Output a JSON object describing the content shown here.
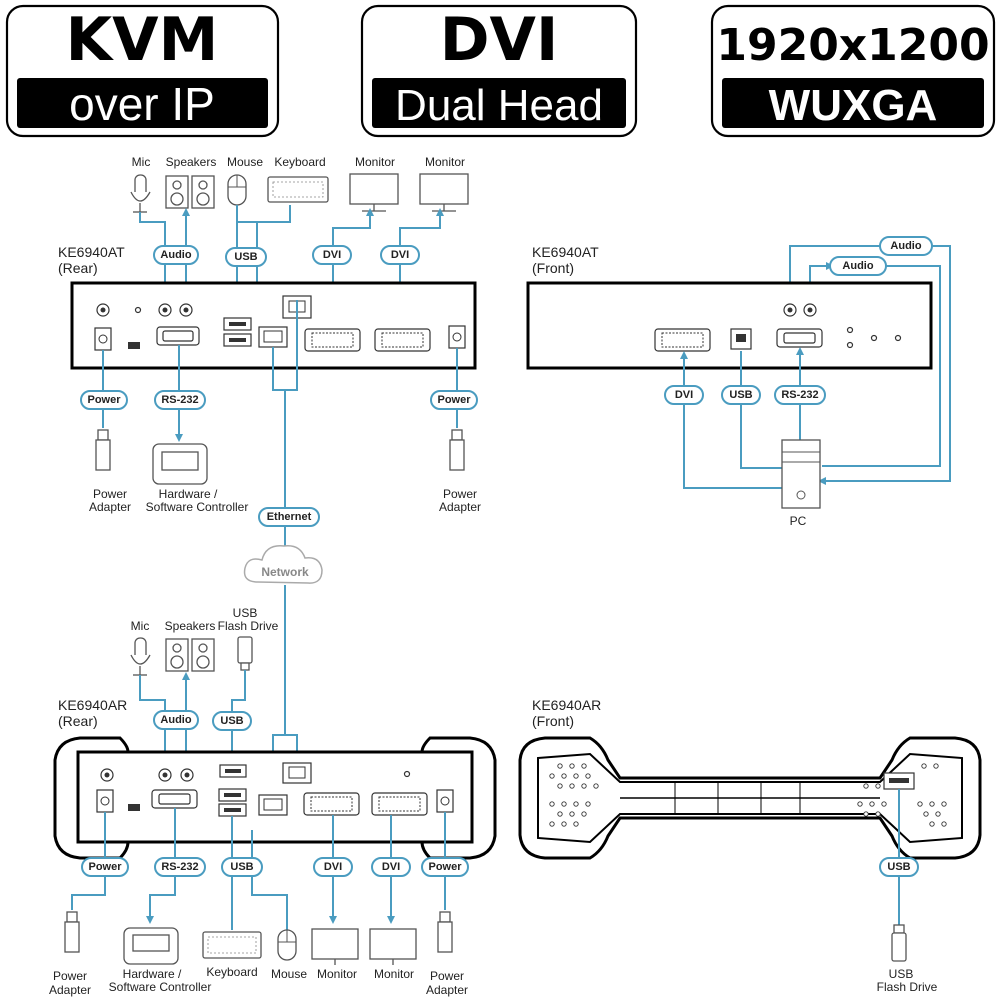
{
  "badges": [
    {
      "top": "KVM",
      "bottom": "over IP"
    },
    {
      "top": "DVI",
      "bottom": "Dual Head"
    },
    {
      "top": "1920x1200",
      "bottom": "WUXGA"
    }
  ],
  "transmitter_rear": {
    "model": "KE6940AT",
    "side": "(Rear)",
    "devices": {
      "mic": "Mic",
      "speakers": "Speakers",
      "mouse": "Mouse",
      "keyboard": "Keyboard",
      "monitor_1": "Monitor",
      "monitor_2": "Monitor",
      "power_adapter_left": [
        "Power",
        "Adapter"
      ],
      "controller": [
        "Hardware /",
        "Software Controller"
      ],
      "power_adapter_right": [
        "Power",
        "Adapter"
      ]
    },
    "cables": {
      "audio": "Audio",
      "usb": "USB",
      "dvi_1": "DVI",
      "dvi_2": "DVI",
      "power_left": "Power",
      "rs232": "RS-232",
      "power_right": "Power"
    }
  },
  "transmitter_front": {
    "model": "KE6940AT",
    "side": "(Front)",
    "devices": {
      "pc": "PC"
    },
    "cables": {
      "audio_1": "Audio",
      "audio_2": "Audio",
      "dvi": "DVI",
      "usb": "USB",
      "rs232": "RS-232"
    }
  },
  "network": {
    "ethernet": "Ethernet",
    "cloud": "Network"
  },
  "receiver_rear": {
    "model": "KE6940AR",
    "side": "(Rear)",
    "devices": {
      "mic": "Mic",
      "speakers": "Speakers",
      "usb_flash": [
        "USB",
        "Flash Drive"
      ],
      "power_adapter_left": [
        "Power",
        "Adapter"
      ],
      "controller": [
        "Hardware /",
        "Software Controller"
      ],
      "keyboard": "Keyboard",
      "mouse": "Mouse",
      "monitor_1": "Monitor",
      "monitor_2": "Monitor",
      "power_adapter_right": [
        "Power",
        "Adapter"
      ]
    },
    "cables": {
      "audio": "Audio",
      "usb_top": "USB",
      "power_left": "Power",
      "rs232": "RS-232",
      "usb_bottom": "USB",
      "dvi_1": "DVI",
      "dvi_2": "DVI",
      "power_right": "Power"
    }
  },
  "receiver_front": {
    "model": "KE6940AR",
    "side": "(Front)",
    "devices": {
      "usb_flash": [
        "USB",
        "Flash Drive"
      ]
    },
    "cables": {
      "usb": "USB"
    }
  }
}
